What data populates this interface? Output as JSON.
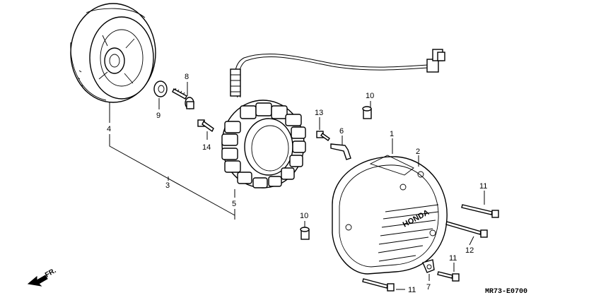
{
  "callouts": {
    "c1": "1",
    "c2": "2",
    "c3": "3",
    "c4": "4",
    "c5": "5",
    "c6": "6",
    "c7": "7",
    "c8": "8",
    "c9": "9",
    "c10a": "10",
    "c10b": "10",
    "c11a": "11",
    "c11b": "11",
    "c11c": "11",
    "c12": "12",
    "c13": "13",
    "c14": "14"
  },
  "cover_logo": "HONDA",
  "direction_label": "FR.",
  "diagram_code": "MR73-E0700",
  "icons": {
    "direction": "arrow-front-icon"
  }
}
